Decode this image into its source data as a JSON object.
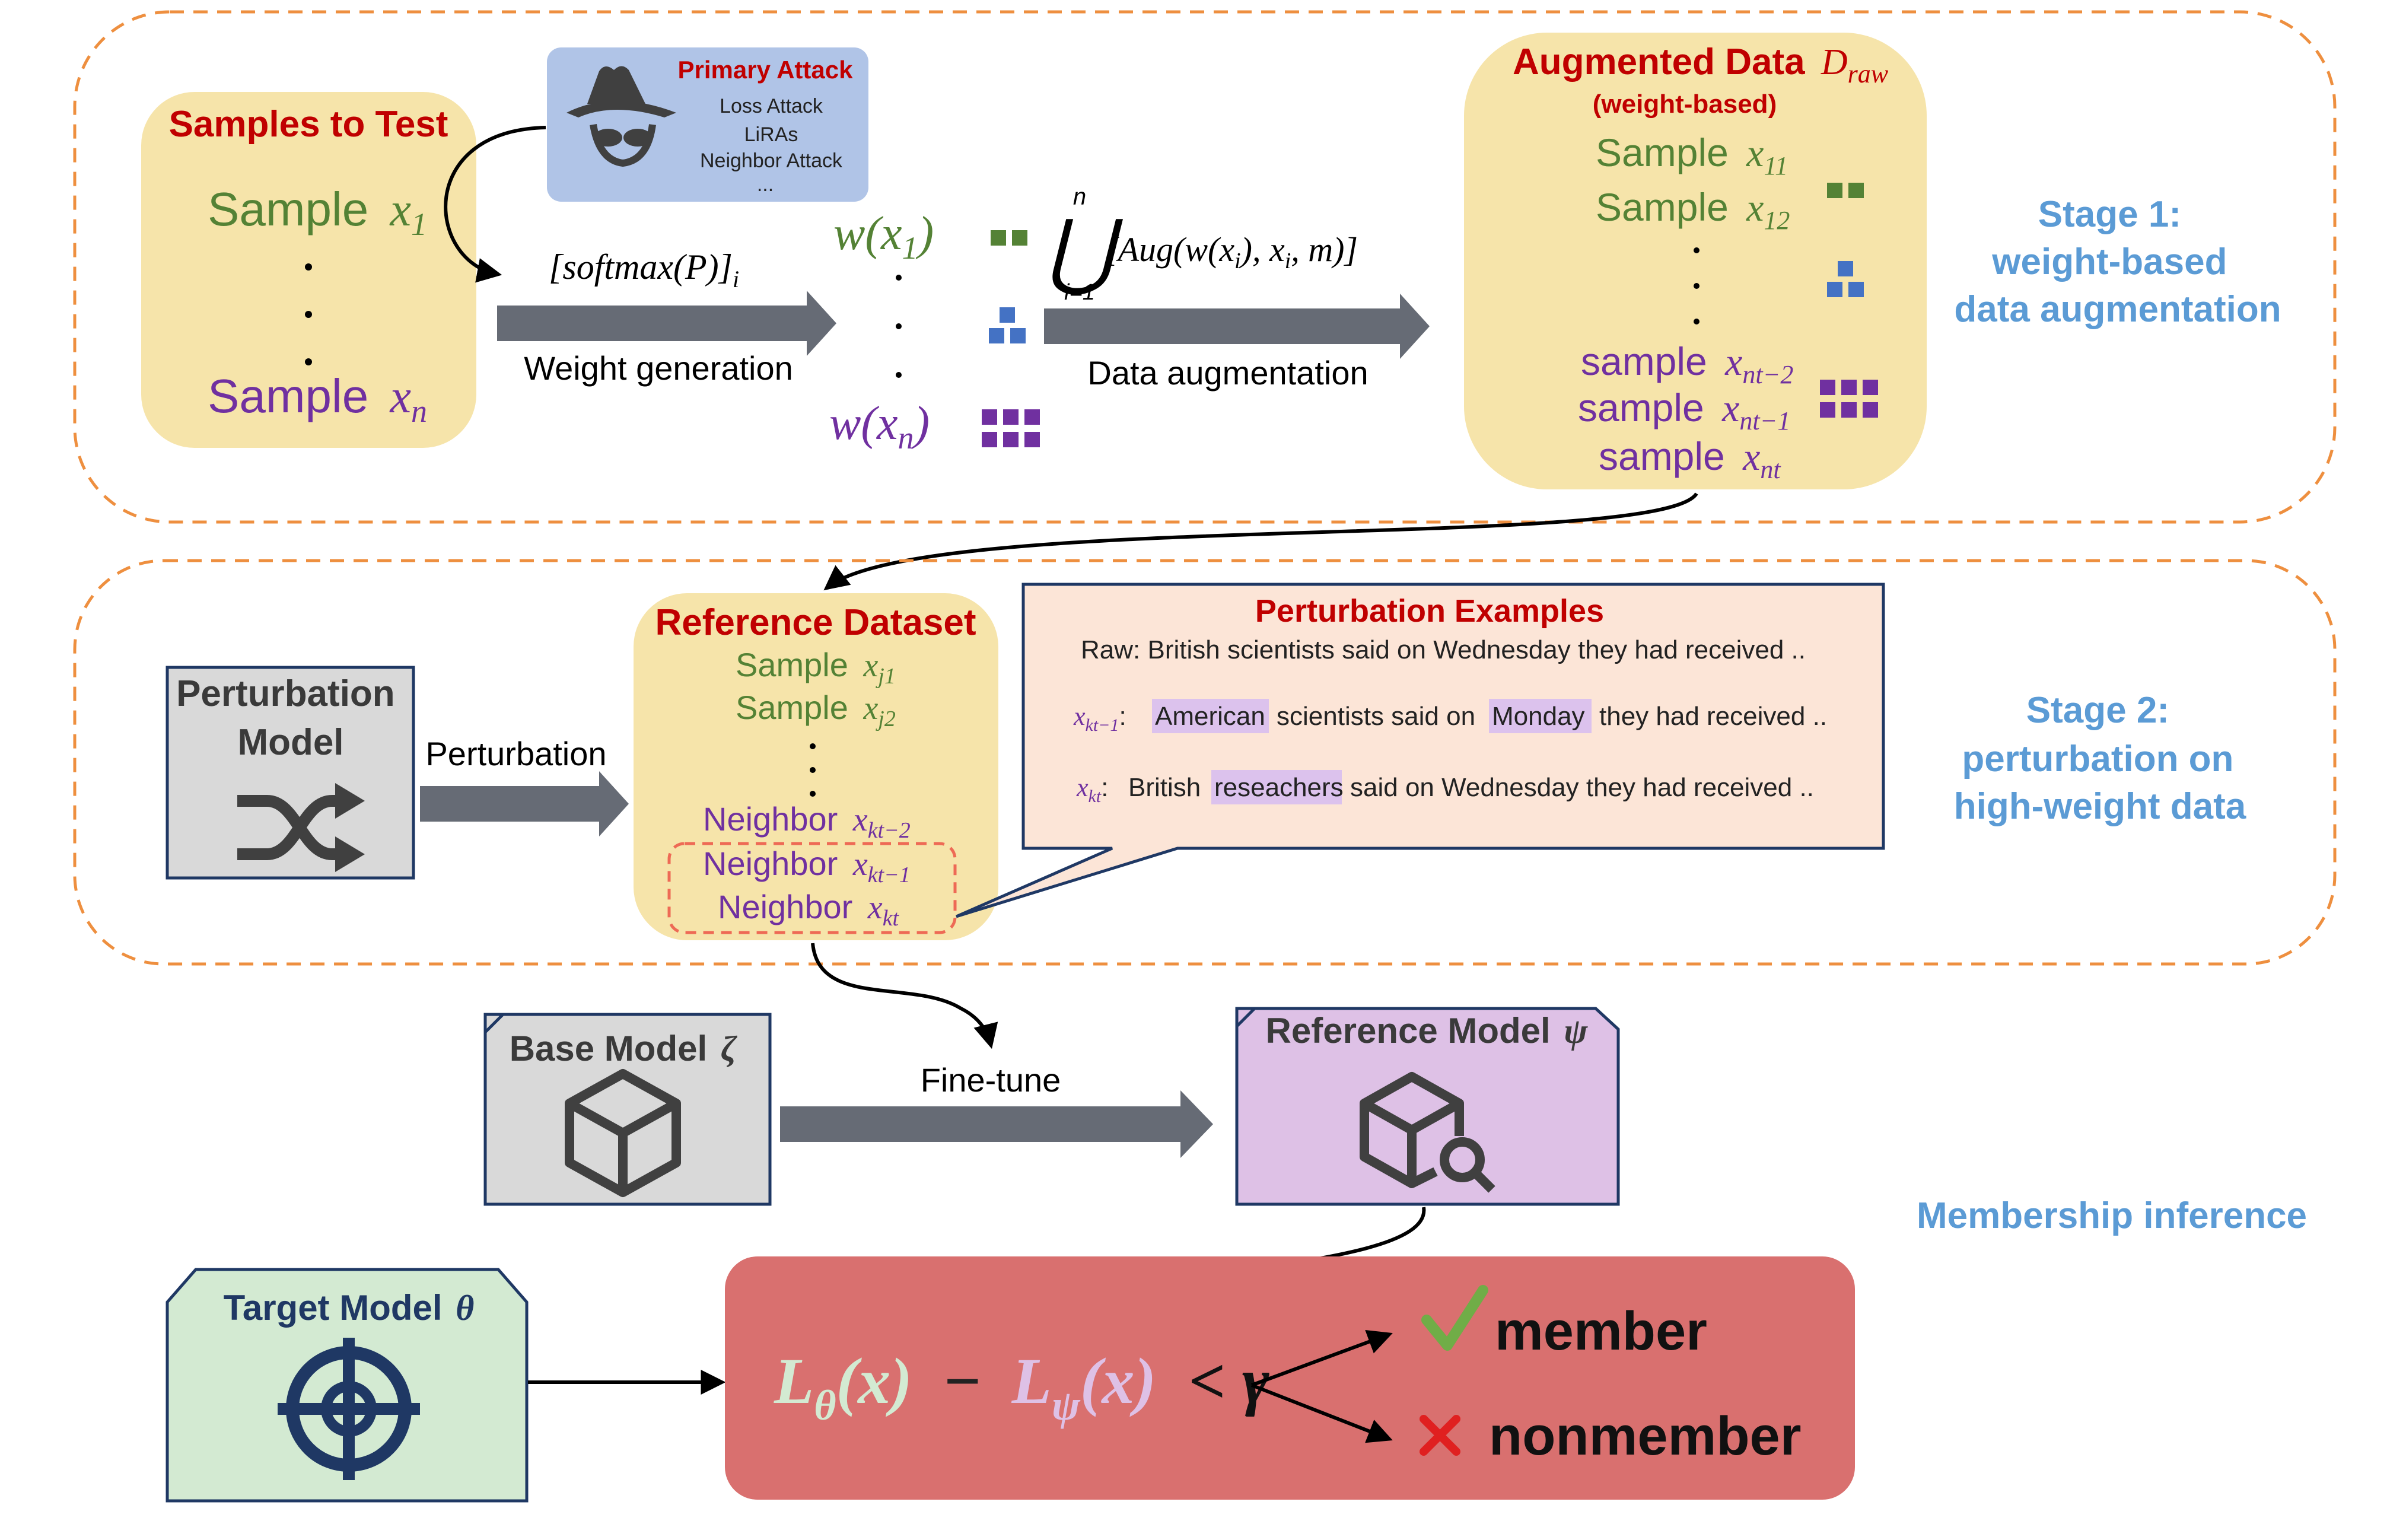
{
  "stage1": {
    "label": [
      "Stage 1:",
      "weight-based",
      "data augmentation"
    ],
    "samples_box": {
      "title": "Samples to Test",
      "first_word": "Sample",
      "first_var": "x",
      "first_sub": "1",
      "last_word": "Sample",
      "last_var": "x",
      "last_sub": "n"
    },
    "primary_attack": {
      "title": "Primary Attack",
      "items": [
        "Loss Attack",
        "LiRAs",
        "Neighbor Attack",
        "..."
      ]
    },
    "weight_generation": {
      "formula": "[softmax(P)]",
      "formula_sub": "i",
      "label": "Weight generation"
    },
    "weights": {
      "top_fn": "w(",
      "top_var": "x",
      "top_sub": "1",
      "top_close": ")",
      "bottom_fn": "w(",
      "bottom_var": "x",
      "bottom_sub": "n",
      "bottom_close": ")"
    },
    "data_augmentation": {
      "union_top": "n",
      "union_bottom": "i=1",
      "formula": "[Aug(w(x",
      "formula_sub": "i",
      "formula_mid": "), x",
      "formula_sub2": "i",
      "formula_end": ", m)]",
      "label": "Data augmentation"
    },
    "augmented_box": {
      "title": "Augmented Data",
      "title_var": "D",
      "title_sub": "raw",
      "subtitle": "(weight-based)",
      "rows": [
        {
          "word": "Sample",
          "var": "x",
          "sub": "11"
        },
        {
          "word": "Sample",
          "var": "x",
          "sub": "12"
        },
        {
          "word": "sample",
          "var": "x",
          "sub": "nt−2"
        },
        {
          "word": "sample",
          "var": "x",
          "sub": "nt−1"
        },
        {
          "word": "sample",
          "var": "x",
          "sub": "nt"
        }
      ]
    }
  },
  "stage2": {
    "label": [
      "Stage 2:",
      "perturbation on",
      "high-weight data"
    ],
    "perturbation_model": {
      "line1": "Perturbation",
      "line2": "Model"
    },
    "arrow_label": "Perturbation",
    "reference_dataset": {
      "title": "Reference Dataset",
      "rows": [
        {
          "word": "Sample",
          "var": "x",
          "sub": "j1"
        },
        {
          "word": "Sample",
          "var": "x",
          "sub": "j2"
        },
        {
          "word": "Neighbor",
          "var": "x",
          "sub": "kt−2"
        },
        {
          "word": "Neighbor",
          "var": "x",
          "sub": "kt−1"
        },
        {
          "word": "Neighbor",
          "var": "x",
          "sub": "kt"
        }
      ]
    },
    "examples": {
      "title": "Perturbation Examples",
      "raw": "Raw: British scientists said on Wednesday they had received ..",
      "line2_var": "x",
      "line2_sub": "kt−1",
      "line2": [
        ":",
        "American",
        "scientists said on",
        "Monday",
        "they had received .."
      ],
      "line3_var": "x",
      "line3_sub": "kt",
      "line3": [
        ":",
        "British",
        "reseachers",
        "said on Wednesday they had received .."
      ]
    }
  },
  "stage3": {
    "label": "Membership inference",
    "base_model": {
      "title": "Base Model",
      "symbol": "ζ"
    },
    "finetune_label": "Fine-tune",
    "reference_model": {
      "title": "Reference Model",
      "symbol": "ψ"
    },
    "target_model": {
      "title": "Target Model",
      "symbol": "θ"
    },
    "inference": {
      "L1": "L",
      "L1_sub": "θ",
      "L1_arg": "(x)",
      "minus": "−",
      "L2": "L",
      "L2_sub": "ψ",
      "L2_arg": "(x)",
      "comparison": "< γ"
    },
    "member": "member",
    "nonmember": "nonmember"
  },
  "colors": {
    "yellow_box": "#f6e4aa",
    "attack_box": "#b0c4e7",
    "dashed_border": "#ee8f3f",
    "stage_label": "#5b9bd5",
    "red_title": "#c00000",
    "green_text": "#548235",
    "purple_text": "#7030a0",
    "arrow_gray": "#666b75",
    "gray_box": "#d9d9d9",
    "purple_box": "#dec1e6",
    "green_box": "#d3ead2",
    "red_box": "#d9706f",
    "example_box": "#fce5d7",
    "highlight": "#dcc2ed",
    "check": "#70ad47",
    "cross": "#e02020",
    "navy": "#1f3864"
  }
}
